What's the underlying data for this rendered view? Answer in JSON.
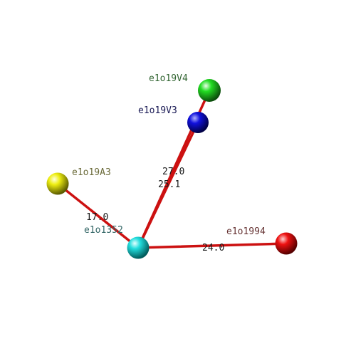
{
  "nodes": [
    {
      "id": "n_v4",
      "label": "e1o19V4",
      "color": "#22dd22",
      "label_color": "#336633"
    },
    {
      "id": "n_v3",
      "label": "e1o19V3",
      "color": "#1111dd",
      "label_color": "#1a1a55"
    },
    {
      "id": "n_a3",
      "label": "e1o19A3",
      "color": "#eeee11",
      "label_color": "#6b6b3a"
    },
    {
      "id": "n_352",
      "label": "e1o1352",
      "color": "#22dddd",
      "label_color": "#336666"
    },
    {
      "id": "n_994",
      "label": "e1o1994",
      "color": "#ee1111",
      "label_color": "#663333"
    }
  ],
  "edges": [
    {
      "from": "n_352",
      "to": "n_v4",
      "distance": "27.0"
    },
    {
      "from": "n_352",
      "to": "n_v3",
      "distance": "25.1"
    },
    {
      "from": "n_352",
      "to": "n_a3",
      "distance": "17.0"
    },
    {
      "from": "n_352",
      "to": "n_994",
      "distance": "24.0"
    }
  ],
  "edge_color": "#cc1111"
}
